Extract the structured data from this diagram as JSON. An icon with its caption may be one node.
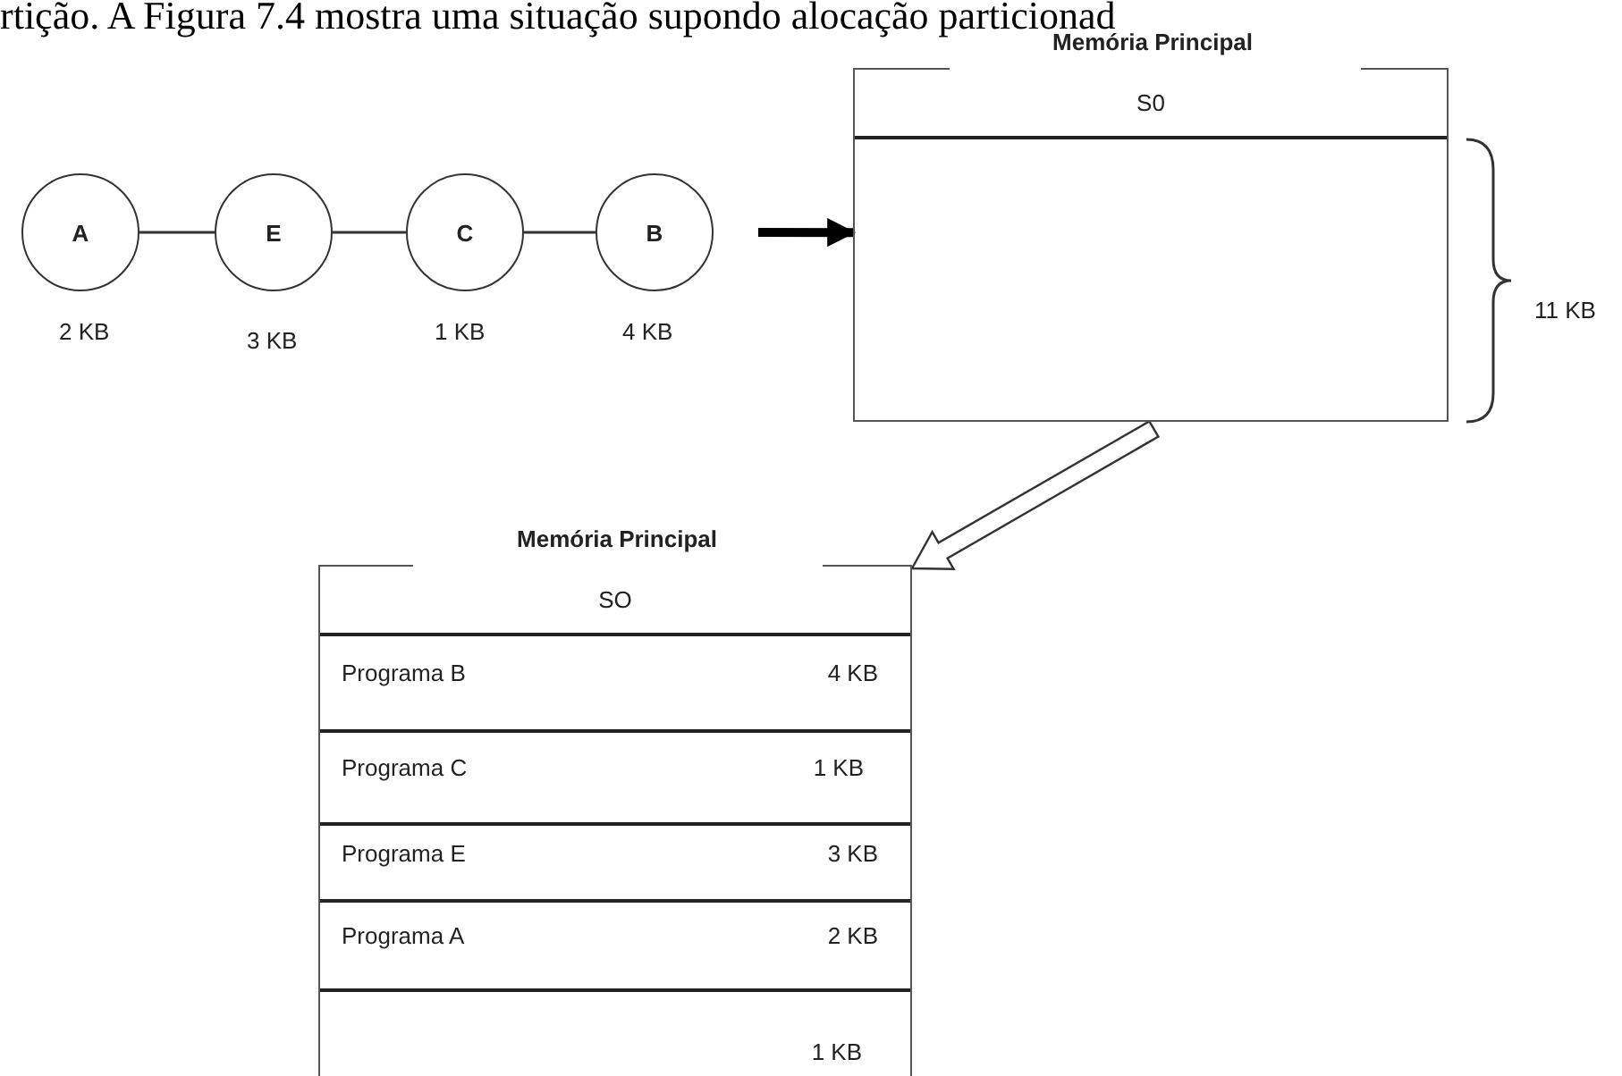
{
  "diagram": {
    "nodes": [
      {
        "text": [
          "A"
        ],
        "beside": [
          "2 KB"
        ]
      },
      {
        "text": [
          "E"
        ],
        "beside": [
          "3 KB"
        ]
      },
      {
        "text": [
          "C"
        ],
        "beside": [
          "1 KB"
        ]
      },
      {
        "text": [
          "B"
        ],
        "beside": [
          "4 KB"
        ]
      },
      {
        "text": [
          "Memória Principal"
        ],
        "beside": [
          "11 KB"
        ]
      },
      {
        "text": [
          "S0"
        ],
        "in": 4
      },
      {
        "text": [
          "Memória Principal"
        ]
      },
      {
        "text": [
          "SO"
        ],
        "in": 6
      },
      {
        "text": [
          "Programa B",
          "4 KB"
        ],
        "in": 6
      },
      {
        "text": [
          "Programa C",
          "1 KB"
        ],
        "in": 6
      },
      {
        "text": [
          "Programa E",
          "3 KB"
        ],
        "in": 6
      },
      {
        "text": [
          "Programa A",
          "2 KB"
        ],
        "in": 6
      },
      {
        "text": [
          "1 KB"
        ],
        "in": 6
      }
    ],
    "edges": [
      {
        "from": 0,
        "to": 1,
        "arrow": "none"
      },
      {
        "from": 1,
        "to": 2,
        "arrow": "none"
      },
      {
        "from": 2,
        "to": 3,
        "arrow": "none"
      },
      {
        "from": 3,
        "to": 4,
        "arrow": "to",
        "style": "thick"
      },
      {
        "from": 4,
        "to": 6,
        "arrow": "to"
      }
    ],
    "labels": [
      "rtição. A Figura 7.4 mostra uma situação supondo alocação particionad"
    ]
  }
}
